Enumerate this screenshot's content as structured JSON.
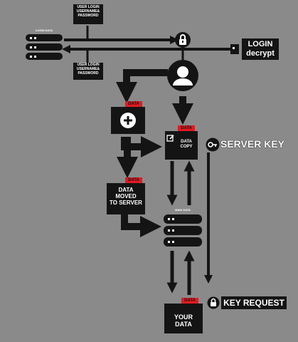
{
  "login_data_label": "LOGIN DATA",
  "top_label": [
    "USER LOGIN",
    "USERNAME&",
    "PASSWORD"
  ],
  "bottom_label": [
    "USER LOGIN",
    "USERNAME&",
    "PASSWORD"
  ],
  "login_decrypt": [
    "LOGIN",
    "decrypt"
  ],
  "data_tag": "DATA",
  "data_copy": [
    "DATA",
    "COPY"
  ],
  "server_key": "SERVER KEY",
  "data_moved": [
    "DATA",
    "MOVED",
    "TO SERVER"
  ],
  "main_data_label": "MAIN DATA",
  "key_request": "KEY REQUEST",
  "your_data": [
    "YOUR",
    "DATA"
  ],
  "colors": {
    "background": "#8a8a8a",
    "box": "#141414",
    "tag": "#e11b22",
    "text": "#ffffff"
  }
}
